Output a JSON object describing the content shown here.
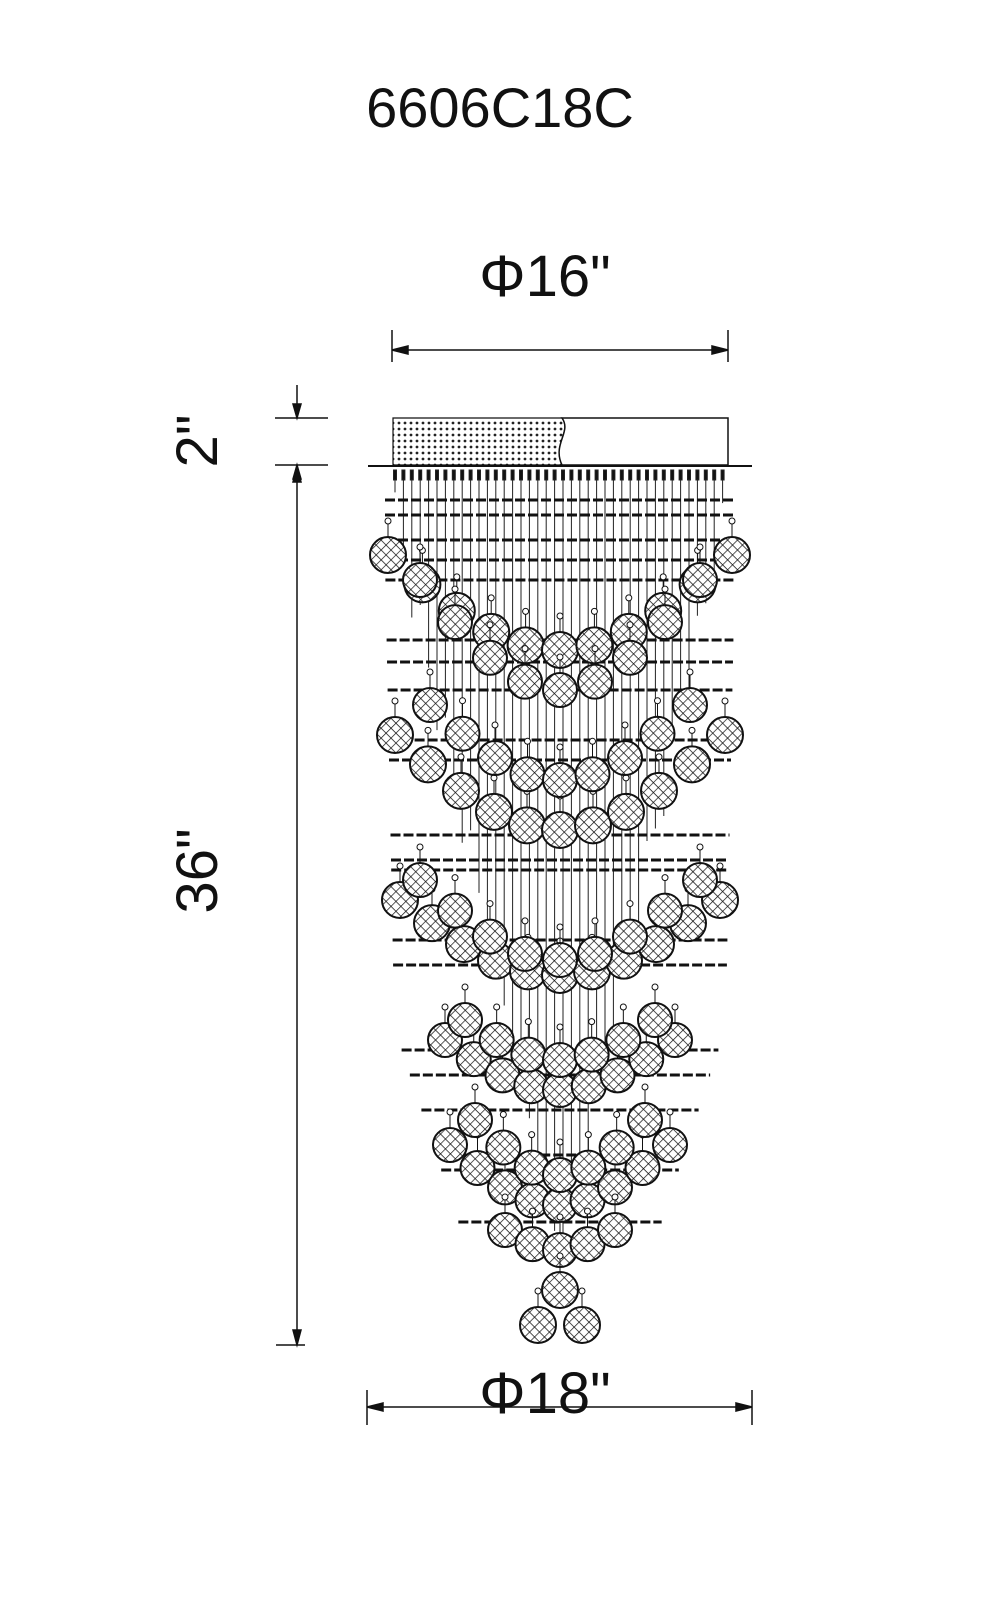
{
  "model_number": "6606C18C",
  "dimensions": {
    "canopy_diameter": "Φ16\"",
    "canopy_height": "2\"",
    "fixture_height": "36\"",
    "fixture_diameter": "Φ18\""
  },
  "line_color": "#111111"
}
